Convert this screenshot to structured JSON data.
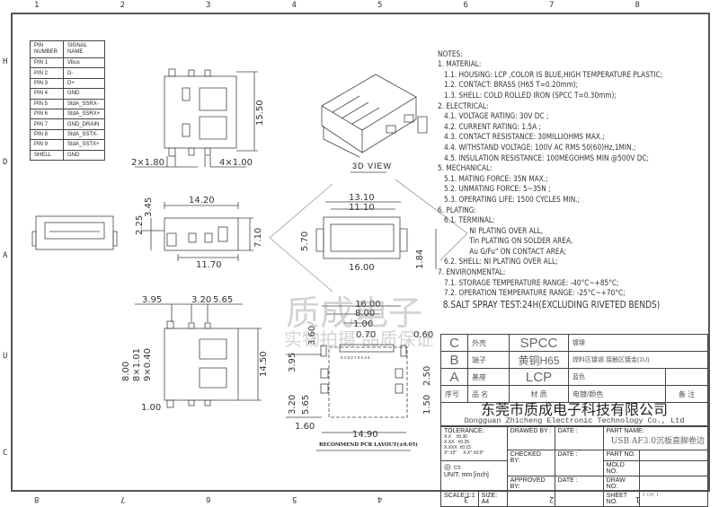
{
  "frame": {
    "top_zones": [
      "1",
      "2",
      "3",
      "4",
      "5",
      "6",
      "7",
      "8"
    ],
    "bottom_zones": [
      "8",
      "7",
      "6",
      "5",
      "4",
      "3",
      "2",
      "1"
    ],
    "left_zones": [
      "H",
      "D",
      "A",
      "U",
      "C"
    ]
  },
  "pin_table": {
    "headers": [
      "PIN NUMBER",
      "SIGNAL NAME"
    ],
    "rows": [
      [
        "PIN 1",
        "Vbus"
      ],
      [
        "PIN 2",
        "D-"
      ],
      [
        "PIN 3",
        "D+"
      ],
      [
        "PIN 4",
        "GND"
      ],
      [
        "PIN 5",
        "StdA_SSRX-"
      ],
      [
        "PIN 6",
        "StdA_SSRX+"
      ],
      [
        "PIN 7",
        "GND_DRAIN"
      ],
      [
        "PIN 8",
        "StdA_SSTX-"
      ],
      [
        "PIN 9",
        "StdA_SSTX+"
      ],
      [
        "SHELL",
        "GND"
      ]
    ]
  },
  "views": {
    "top": {
      "height": "15.50",
      "left_pitch": "2×1.80",
      "right_pitch": "4×1.00"
    },
    "iso": {
      "label": "3D VIEW"
    },
    "front": {
      "width": "14.20",
      "bottom": "11.70",
      "h1": "3.45",
      "h2": "2.25",
      "height": "7.10"
    },
    "mating": {
      "outer": "13.10",
      "inner": "11.10",
      "height": "5.70",
      "lower": "1.84",
      "total": "16.00",
      "pin_numbers": "9 1 8 2 7 3 6 4 5"
    },
    "bottom": {
      "d1": "3.95",
      "d2": "3.20",
      "d3": "5.65",
      "length": "14.50",
      "pitch8": "8×1.01",
      "pitch9": "9×0.40",
      "left": "8.00",
      "foot": "1.00"
    },
    "pcb": {
      "total": "16.00",
      "d8": "8.00",
      "d1": "1.00",
      "d07": "0.70",
      "d060": "0.60",
      "d360": "3.60",
      "d395": "3.95",
      "d250": "2.50",
      "d320": "3.20",
      "d565": "5.65",
      "d150": "1.50",
      "d160": "1.60",
      "width": "14.90",
      "caption": "RECOMMEND PCB LAYOUT(±0.05)"
    }
  },
  "notes": [
    "NOTES:",
    "1. MATERIAL:",
    "   1.1. HOUSING: LCP ,COLOR IS BLUE,HIGH TEMPERATURE PLASTIC;",
    "   1.2. CONTACT: BRASS (H65 T=0.20mm);",
    "   1.3. SHELL: COLD ROLLED IRON (SPCC T=0.30mm);",
    "2. ELECTRICAL:",
    "   4.1. VOLTAGE RATING: 30V DC ;",
    "   4.2. CURRENT RATING: 1.5A ;",
    "   4.3. CONTACT RESISTANCE: 30MILLIOHMS MAX.;",
    "   4.4. WITHSTAND VOLTAGE: 100V AC RMS 50(60)Hz,1MIN.;",
    "   4.5. INSULATION RESISTANCE: 100MEGOHMS MIN @500V DC;",
    "5. MECHANICAL:",
    "   5.1. MATING FORCE: 35N MAX.;",
    "   5.2. UNMATING FORCE: 5~35N ;",
    "   5.3. OPERATING LIFE: 1500 CYCLES MIN.;",
    "6. PLATING:",
    "   6.1. TERMINAL:",
    "               NI PLATING OVER ALL,",
    "               Tin PLATING ON SOLDER AREA,",
    "               Au G/Fu\" ON CONTACT AREA;",
    "   6.2. SHELL: NI PLATING OVER ALL;",
    "7. ENVIRONMENTAL:",
    "   7.1. STORAGE TEMPERATURE RANGE: -40°C~+85°C;",
    "   7.2. OPERATION TEMPERATURE RANGE: -25°C~+70°C;",
    "  8.SALT SPRAY TEST:24H(EXCLUDING RIVETED BENDS)"
  ],
  "bom": {
    "rows": [
      [
        "C",
        "外壳",
        "SPCC",
        "镀镍",
        ""
      ],
      [
        "B",
        "端子",
        "黄铜H65",
        "焊料区镀锡  接触区镀金(1U)",
        ""
      ],
      [
        "A",
        "基座",
        "LCP",
        "蓝色",
        ""
      ]
    ],
    "header": [
      "序号",
      "品  名",
      "材  质",
      "电镀/颜色",
      "备  注"
    ]
  },
  "company": {
    "name_cn": "东莞市质成电子科技有限公司",
    "name_en": "Dongguan Zhicheng Electronic Technology Co., Ltd"
  },
  "title_block": {
    "tolerance_label": "TOLERANCE:",
    "tolerances": [
      "X.X    ±0.30",
      "X.XX   ±0.25",
      "X.XXX  ±0.15"
    ],
    "angles": "X° ±2°     X.X° ±0.5°",
    "unit": "UNIT: mm [inch]",
    "scale": "SCALE:1:1",
    "size": "SIZE: A4",
    "drawed_by": "DRAWED BY :",
    "checked_by": "CHECKED BY:",
    "approved_by": "APPROVED BY:",
    "date": "DATE :",
    "part_name_label": "PART NAME:",
    "part_name": "USB AF3.0沉板直脚卷边",
    "part_no_label": "PART NO.",
    "mold_no_label": "MOLD NO.",
    "draw_no_label": "DRAW NO:",
    "sheet_no_label": "SHEET NO.",
    "sheet_no": "1 OF 1"
  },
  "watermark": {
    "line1": "质成电子",
    "line2": "实物拍摄 品质保证"
  }
}
